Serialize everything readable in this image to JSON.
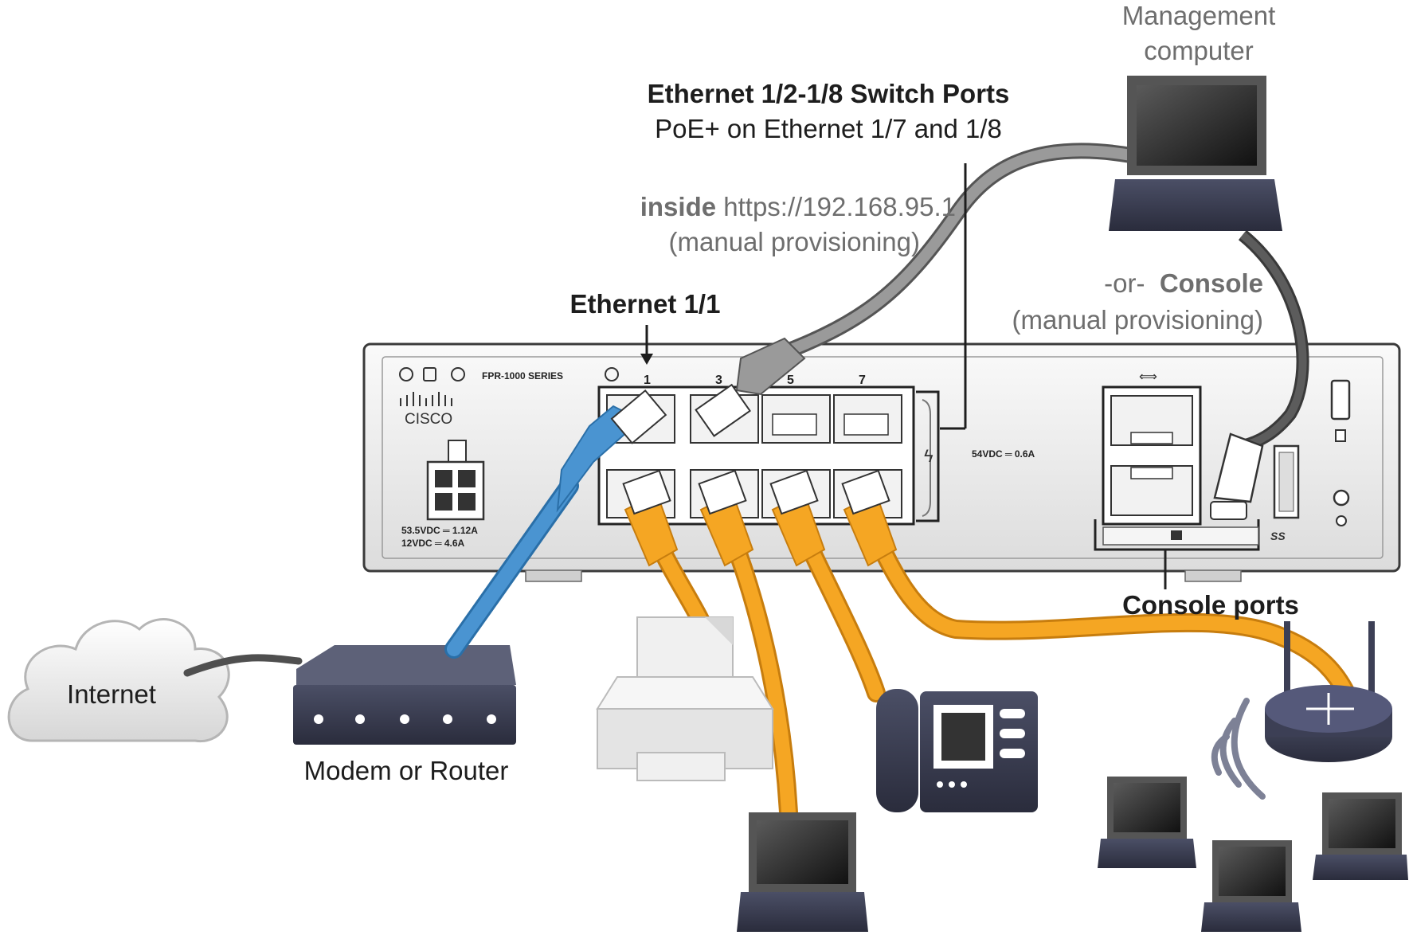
{
  "labels": {
    "switch_ports_title": "Ethernet 1/2-1/8 Switch Ports",
    "switch_ports_poe": "PoE+ on Ethernet 1/7 and 1/8",
    "inside_bold": "inside",
    "inside_url": "https://192.168.95.1",
    "inside_note": "(manual provisioning)",
    "management_line1": "Management",
    "management_line2": "computer",
    "or_text": "-or-",
    "console_bold": "Console",
    "console_note": "(manual provisioning)",
    "ethernet_1_1": "Ethernet 1/1",
    "console_ports": "Console ports",
    "internet": "Internet",
    "modem_router": "Modem or Router"
  },
  "device": {
    "series": "FPR-1000 SERIES",
    "brand": "CISCO",
    "port_numbers": [
      "1",
      "3",
      "5",
      "7"
    ],
    "power_rating": "53.5VDC ═ 1.12A",
    "power_rating_2": "12VDC ═ 4.6A",
    "poe_rating": "54VDC ═ 0.6A",
    "usb_label": "SS"
  },
  "colors": {
    "outside_cable": "#4a94d1",
    "inside_cable": "#f5a623",
    "management_cable": "#9a9a9a",
    "console_cable": "#5c5c5c",
    "chassis": "#eeeeee",
    "device_dark": "#3c3f55"
  },
  "icons": [
    "cloud-icon",
    "modem-icon",
    "printer-icon",
    "ip-phone-icon",
    "laptop-icon",
    "wireless-router-icon",
    "wifi-signal-icon"
  ]
}
